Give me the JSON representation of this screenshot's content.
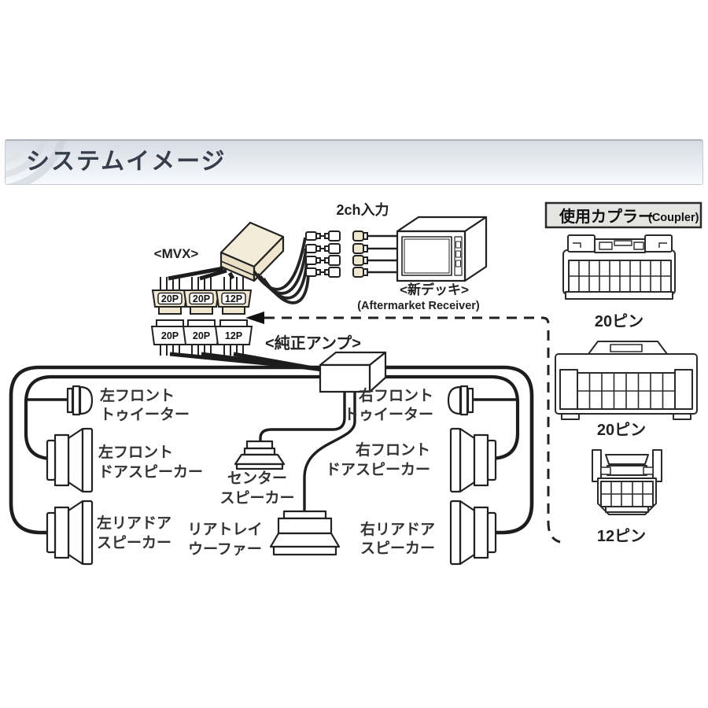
{
  "header": {
    "title": "システムイメージ"
  },
  "diagram": {
    "input_label": "2ch入力",
    "mvx_label": "<MVX>",
    "receiver_label": "<新デッキ>",
    "receiver_sublabel": "(Aftermarket Receiver)",
    "amp_label": "<純正アンプ>",
    "connectors_row1": [
      "20P",
      "20P",
      "12P"
    ],
    "connectors_row2": [
      "20P",
      "20P",
      "12P"
    ],
    "speakers": {
      "left_front_tweeter": {
        "lines": [
          "左フロント",
          "トゥイーター"
        ]
      },
      "left_front_door": {
        "lines": [
          "左フロント",
          "ドアスピーカー"
        ]
      },
      "left_rear_door": {
        "lines": [
          "左リアドア",
          "スピーカー"
        ]
      },
      "center": {
        "lines": [
          "センター",
          "スピーカー"
        ]
      },
      "rear_tray_woofer": {
        "lines": [
          "リアトレイ",
          "ウーファー"
        ]
      },
      "right_front_tweeter": {
        "lines": [
          "右フロント",
          "トゥイーター"
        ]
      },
      "right_front_door": {
        "lines": [
          "右フロント",
          "ドアスピーカー"
        ]
      },
      "right_rear_door": {
        "lines": [
          "右リアドア",
          "スピーカー"
        ]
      }
    }
  },
  "coupler_panel": {
    "title": "使用カプラー",
    "title_sub": "(Coupler)",
    "items": [
      {
        "label": "20ピン"
      },
      {
        "label": "20ピン"
      },
      {
        "label": "12ピン"
      }
    ]
  },
  "colors": {
    "line": "#222222",
    "cream": "#efe7d0",
    "label_text": "#333333",
    "header_text": "#363e4b"
  }
}
